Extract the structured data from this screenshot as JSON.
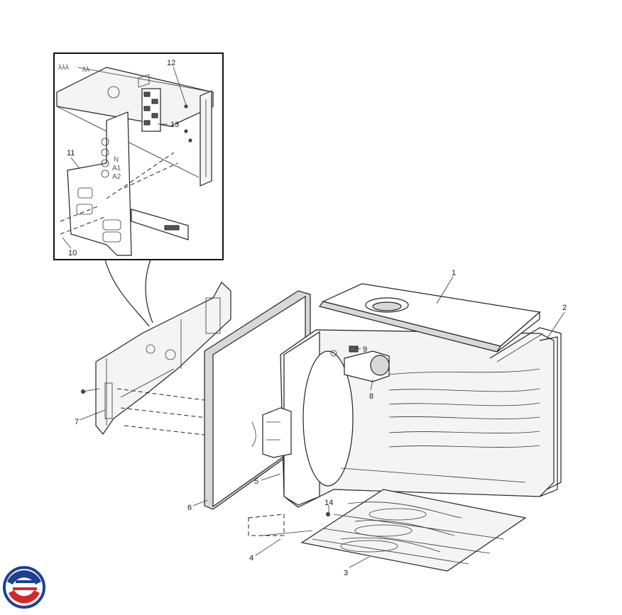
{
  "diagram": {
    "inset_mark_1": "λλλ",
    "inset_mark_2": "λλ",
    "inset_plate_letters": [
      "N",
      "A1",
      "A2"
    ],
    "callouts": [
      "1",
      "2",
      "3",
      "4",
      "5",
      "6",
      "7",
      "8",
      "9",
      "10",
      "11",
      "12",
      "13",
      "14"
    ]
  },
  "logo": {
    "name": "brand-logo",
    "colors": {
      "red": "#d7262e",
      "blue": "#1f3f94"
    }
  }
}
